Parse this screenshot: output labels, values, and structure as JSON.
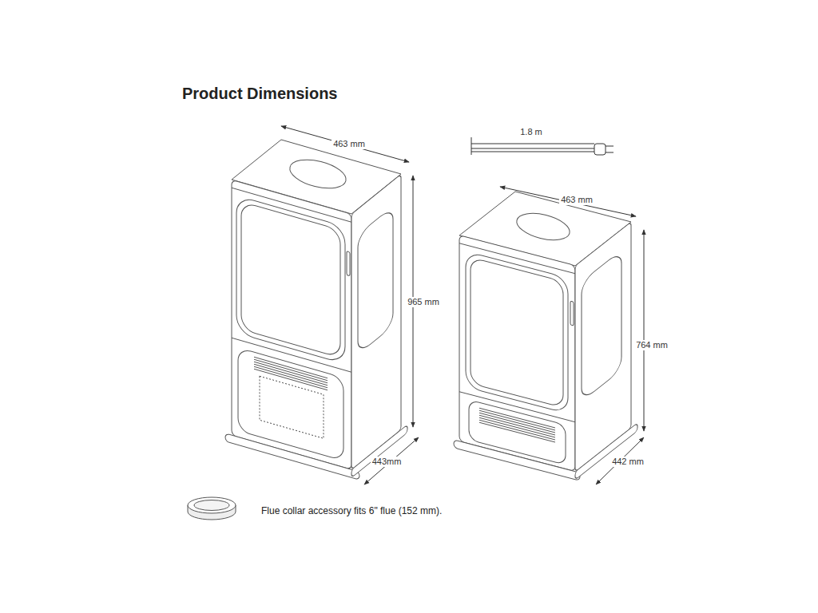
{
  "diagram": {
    "title": "Product Dimensions",
    "labels": [
      "463 mm",
      "965 mm",
      "443mm",
      "1.8 m",
      "463 mm",
      "764 mm",
      "442 mm",
      "Flue collar accessory fits 6\" flue (152 mm)."
    ]
  }
}
